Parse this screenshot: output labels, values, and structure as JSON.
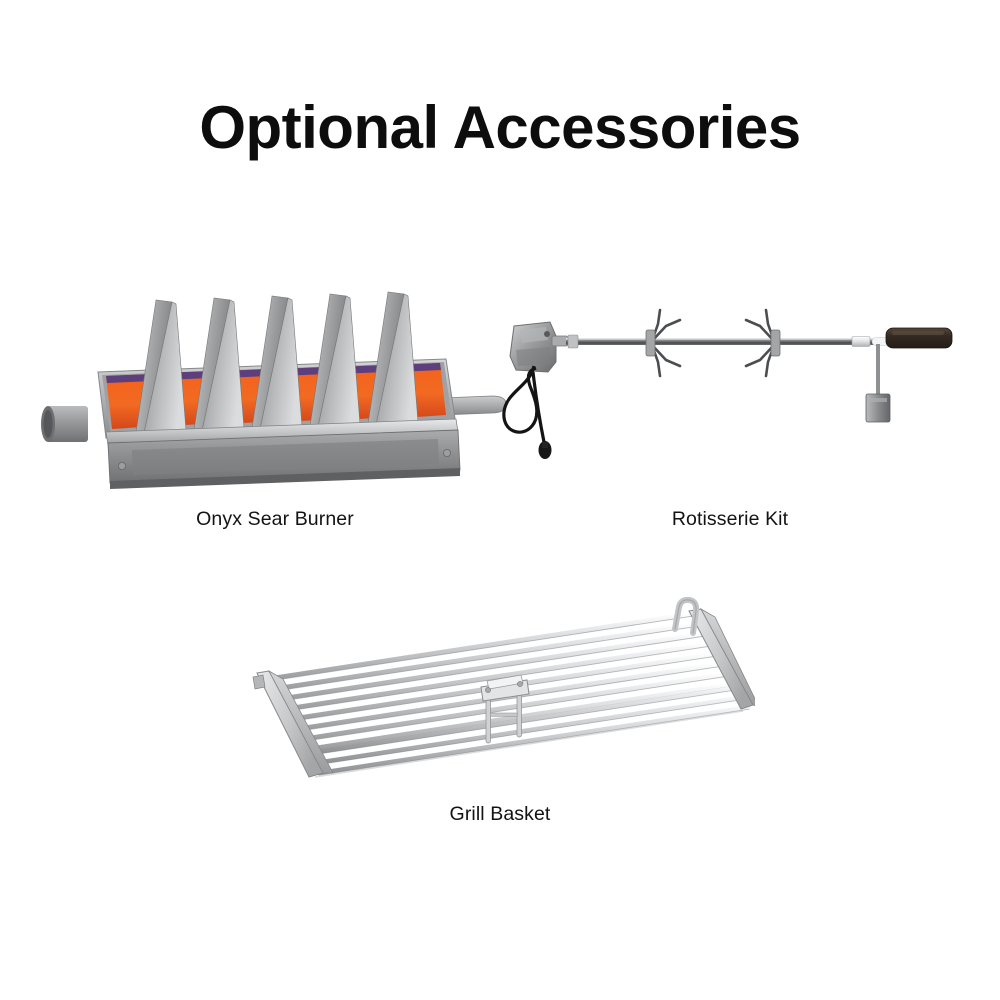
{
  "page": {
    "title": "Optional Accessories",
    "background_color": "#ffffff",
    "text_color": "#111111"
  },
  "products": [
    {
      "id": "onyx-sear-burner",
      "label": "Onyx Sear Burner",
      "icon": "sear-burner-image",
      "colors": {
        "steel_light": "#d8d9da",
        "steel_mid": "#a8aaac",
        "steel_dark": "#78797b",
        "ceramic_glow": "#ef5a18",
        "ceramic_hot": "#f87a2a",
        "ceramic_band": "#6b4a8e"
      },
      "details": {
        "fin_count": 5,
        "burner_panel_count": 6,
        "has_gas_inlet_tube": true,
        "has_mounting_tab": true
      }
    },
    {
      "id": "rotisserie-kit",
      "label": "Rotisserie Kit",
      "icon": "rotisserie-kit-image",
      "colors": {
        "rod_light": "#c9cacc",
        "rod_dark": "#5a5b5d",
        "motor_body": "#9a9b9d",
        "cord": "#1c1c1c",
        "handle_wood": "#3b3028"
      },
      "details": {
        "meat_fork_count": 2,
        "prongs_per_fork": 4,
        "has_motor": true,
        "has_power_cord": true,
        "has_counterweight": true,
        "has_wooden_handle": true
      }
    },
    {
      "id": "grill-basket",
      "label": "Grill Basket",
      "icon": "grill-basket-image",
      "colors": {
        "wire_light": "#f2f3f4",
        "wire_mid": "#c4c6c8",
        "wire_dark": "#8d8f91",
        "panel": "#dcdee0"
      },
      "details": {
        "rod_count": 13,
        "has_center_latch": true,
        "has_hook_handle": true,
        "has_end_panels": true
      }
    }
  ]
}
